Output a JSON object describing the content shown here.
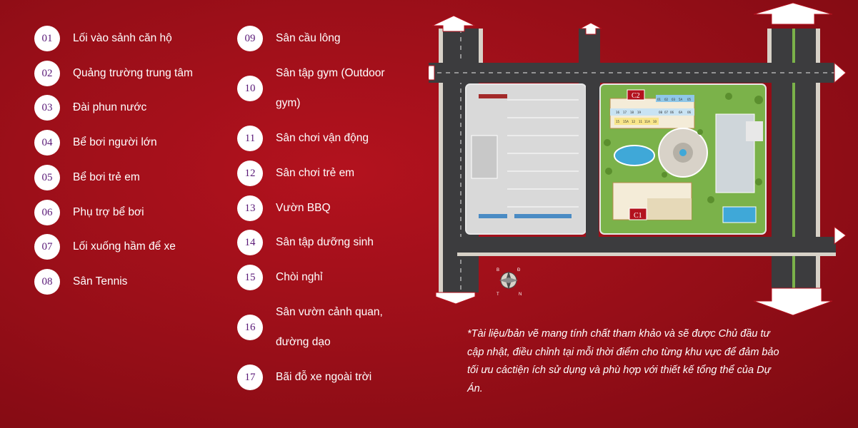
{
  "legend_left": [
    {
      "num": "01",
      "label": "Lối vào sảnh căn hộ"
    },
    {
      "num": "02",
      "label": "Quảng trường trung tâm"
    },
    {
      "num": "03",
      "label": "Đài phun nước"
    },
    {
      "num": "04",
      "label": "Bể bơi người lớn"
    },
    {
      "num": "05",
      "label": "Bể bơi trẻ em"
    },
    {
      "num": "06",
      "label": "Phụ trợ bể bơi"
    },
    {
      "num": "07",
      "label": "Lối xuống hầm để xe"
    },
    {
      "num": "08",
      "label": "Sân Tennis"
    }
  ],
  "legend_right": [
    {
      "num": "09",
      "label": "Sân cầu lông"
    },
    {
      "num": "10",
      "label": "Sân tập gym (Outdoor gym)"
    },
    {
      "num": "11",
      "label": "Sân chơi vận động"
    },
    {
      "num": "12",
      "label": "Sân chơi trẻ em"
    },
    {
      "num": "13",
      "label": "Vườn BBQ"
    },
    {
      "num": "14",
      "label": "Sân tập dưỡng sinh"
    },
    {
      "num": "15",
      "label": "Chòi nghỉ"
    },
    {
      "num": "16",
      "label": "Sân vườn cảnh quan, đường dạo"
    },
    {
      "num": "17",
      "label": "Bãi đỗ xe ngoài trời"
    }
  ],
  "map": {
    "building_c2_label": "C2",
    "building_c1_label": "C1",
    "unit_row_1": [
      "01",
      "02",
      "03",
      "5A",
      "05"
    ],
    "unit_row_2": [
      "16",
      "17",
      "18",
      "19",
      "08",
      "07",
      "06",
      "6A",
      "06"
    ],
    "unit_row_3": [
      "15",
      "15A",
      "12",
      "11",
      "11A",
      "10"
    ],
    "compass_letters": [
      "B",
      "Đ",
      "T",
      "N"
    ]
  },
  "note": "*Tài liệu/bản vẽ mang tính chất tham khảo và sẽ được Chủ đầu tư cập nhật, điều chỉnh tại mỗi thời điểm cho từng khu vực để đảm bảo tối ưu cáctiện ích sử dụng và phù hợp với thiết kế tổng thể của Dự Án.",
  "colors": {
    "background": "#9c0f19",
    "number_text": "#5a1a78",
    "road": "#3c3c3e",
    "grass": "#7bb24a",
    "pool": "#3fa8d8"
  }
}
